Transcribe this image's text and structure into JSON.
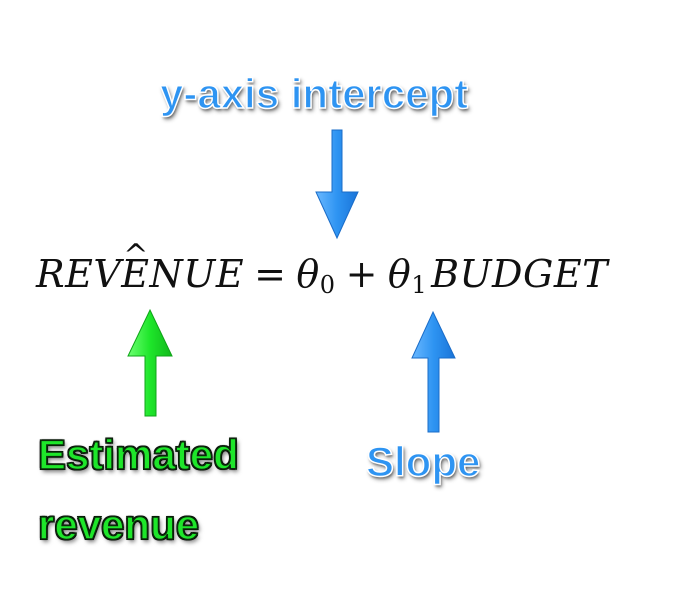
{
  "labels": {
    "intercept": "y-axis intercept",
    "slope": "Slope",
    "estimated_line1": "Estimated",
    "estimated_line2": "revenue"
  },
  "equation": {
    "lhs_before_hat": "REV",
    "hat_letter": "E",
    "hat_symbol": "^",
    "lhs_after_hat": "NUE",
    "equals": "=",
    "theta0": "θ",
    "sub0": "0",
    "plus": "+",
    "theta1": "θ",
    "sub1": "1",
    "rhs_var": "BUDGET"
  },
  "colors": {
    "blue": "#2e94f2",
    "green": "#1ee62a",
    "equation": "#111111"
  }
}
